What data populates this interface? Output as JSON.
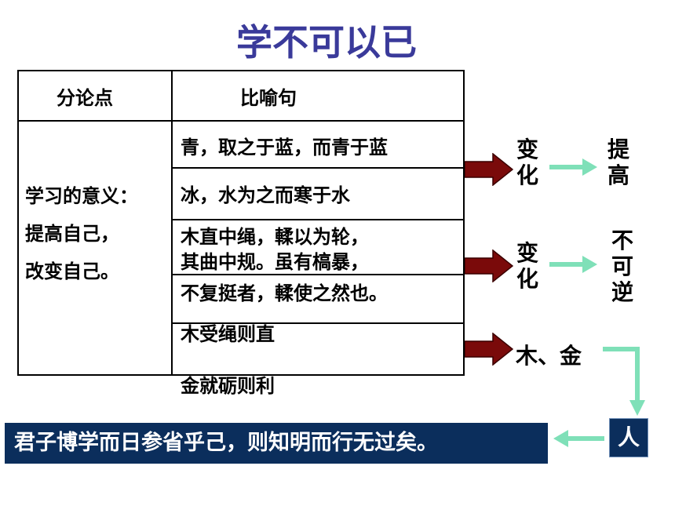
{
  "title": "学不可以已",
  "table": {
    "headers": [
      "分论点",
      "比喻句"
    ],
    "point_lines": [
      "学习的意义：",
      "提高自己，",
      "改变自己。"
    ],
    "rows": [
      [
        "青，取之于蓝，而青于蓝"
      ],
      [
        "冰，水为之而寒于水"
      ],
      [
        "木直中绳，輮以为轮，",
        "其曲中规。虽有槁暴，"
      ],
      [
        "不复挺者，輮使之然也。"
      ],
      [
        "木受绳则直"
      ],
      [
        "金就砺则利"
      ]
    ]
  },
  "right": {
    "change1": "变化",
    "result1": "提高",
    "change2": "变化",
    "result2": "不可逆",
    "materials": "木、金",
    "person": "人"
  },
  "conclusion": "君子博学而日参省乎己，则知明而行无过矣。",
  "colors": {
    "title": "#3a3a9a",
    "red_arrow": "#7a0a0a",
    "green_arrow": "#7fe0b8",
    "banner": "#0b2e5c"
  }
}
